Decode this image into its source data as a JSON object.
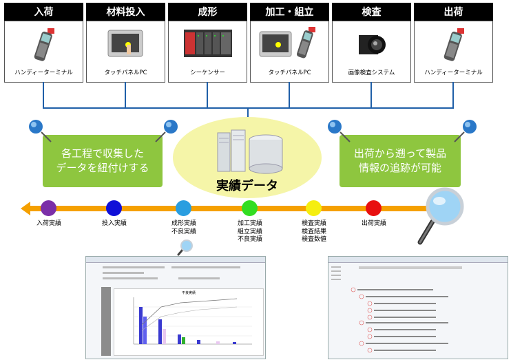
{
  "processes": [
    {
      "title": "入荷",
      "device": "ハンディーターミナル",
      "icon": "handheld-terminal-icon"
    },
    {
      "title": "材料投入",
      "device": "タッチパネルPC",
      "icon": "touch-panel-pc-icon"
    },
    {
      "title": "成形",
      "device": "シーケンサー",
      "icon": "plc-sequencer-icon"
    },
    {
      "title": "加工・組立",
      "device": "タッチパネルPC",
      "icon": "touch-panel-pc-icon"
    },
    {
      "title": "検査",
      "device": "画像検査システム",
      "icon": "camera-icon"
    },
    {
      "title": "出荷",
      "device": "ハンディーターミナル",
      "icon": "handheld-terminal-icon"
    }
  ],
  "left_note": "各工程で収集した\nデータを紐付けする",
  "right_note": "出荷から遡って製品\n情報の追跡が可能",
  "center_label": "実績データ",
  "timeline": [
    {
      "label": "入荷実績",
      "color": "#7b2fa8"
    },
    {
      "label": "投入実績",
      "color": "#1010d8"
    },
    {
      "label": "成形実績\n不良実績",
      "color": "#2a9ee0"
    },
    {
      "label": "加工実績\n組立実績\n不良実績",
      "color": "#33dd22"
    },
    {
      "label": "検査実績\n検査結果\n検査数値",
      "color": "#f5ee10"
    },
    {
      "label": "出荷実績",
      "color": "#e81010"
    }
  ],
  "left_screenshot": {
    "chart_title": "不良実績"
  },
  "colors": {
    "header_bg": "#000000",
    "connector": "#1f5fa8",
    "note_green": "#8ec63f",
    "timeline_bar": "#f5a000",
    "ellipse": "#f5f5a8"
  }
}
